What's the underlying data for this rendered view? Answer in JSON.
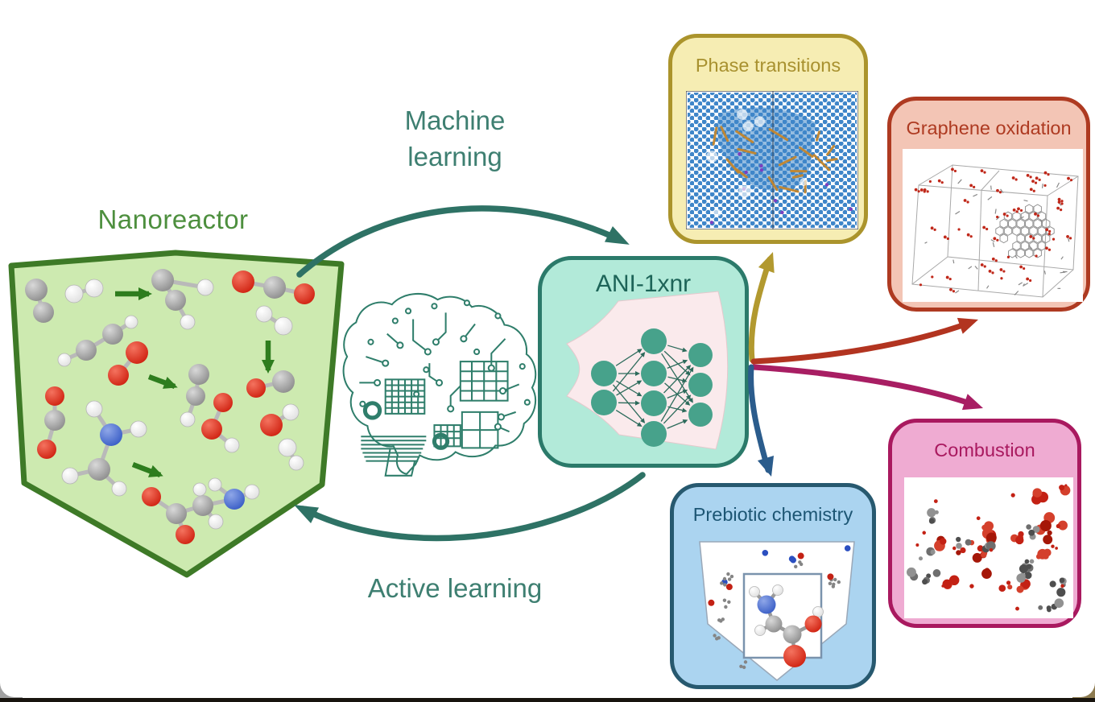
{
  "figure": {
    "nanoreactor_label": "Nanoreactor",
    "machine_learning_label": "Machine learning",
    "active_learning_label": "Active learning",
    "model_box": {
      "title": "ANI-1xnr",
      "fill": "#b2ead9",
      "border": "#2b7a6a",
      "title_color": "#1d6458",
      "panel_pink": "#faeaec",
      "node_teal": "#47a28b"
    },
    "applications": [
      {
        "title": "Phase transitions",
        "fill": "#f6edb3",
        "border": "#ab942c",
        "title_color": "#a8912f"
      },
      {
        "title": "Graphene oxidation",
        "fill": "#f3c5b5",
        "border": "#ae3a21",
        "title_color": "#ae3a21"
      },
      {
        "title": "Prebiotic chemistry",
        "fill": "#abd4f0",
        "border": "#27596f",
        "title_color": "#1d5674"
      },
      {
        "title": "Combustion",
        "fill": "#efabd2",
        "border": "#a9195f",
        "title_color": "#a9195f"
      }
    ],
    "colors": {
      "teal_arrow": "#2e7265",
      "teal_text": "#3e7f71",
      "green_text": "#4d8f3e",
      "pentagon_fill": "#cdeab0",
      "pentagon_border": "#3e7a27",
      "reaction_arrow": "#2e7d1e",
      "flow_gold": "#b2992f",
      "flow_red": "#b23420",
      "flow_magenta": "#a81e63",
      "flow_blue": "#2b5c8c",
      "brain_teal": "#2f7e6b"
    }
  }
}
